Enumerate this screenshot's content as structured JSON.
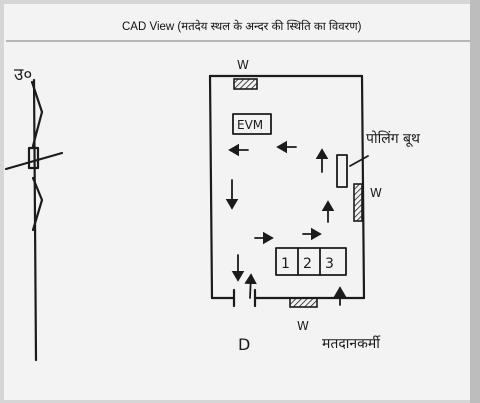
{
  "header": {
    "title": "CAD View (मतदेय स्थल के अन्दर की स्थिति का विवरण)"
  },
  "compass": {
    "label": "उ०"
  },
  "room": {
    "window_top_label": "W",
    "window_right_label": "W",
    "window_bottom_label": "W",
    "door_label": "D",
    "evm_label": "EVM",
    "desk_labels": [
      "1",
      "2",
      "3"
    ],
    "booth_label": "पोलिंग बूथ",
    "officials_label": "मतदानकर्मी"
  }
}
